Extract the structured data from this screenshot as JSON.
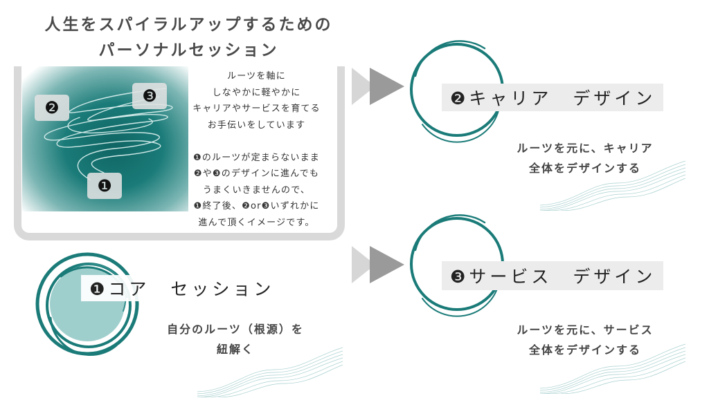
{
  "title": {
    "line1": "人生をスパイラルアップするための",
    "line2": "パーソナルセッション"
  },
  "spiral_markers": {
    "m1": "❶",
    "m2": "❷",
    "m3": "❸"
  },
  "description": [
    "ルーツを軸に",
    "しなやかに軽やかに",
    "キャリアやサービスを育てる",
    "お手伝いをしています",
    "",
    "❶のルーツが定まらないまま",
    "❷や❸のデザインに進んでも",
    "うまくいきませんので、",
    "❶終了後、❷or❸いずれかに",
    "進んで頂くイメージです。"
  ],
  "sessions": {
    "core": {
      "label": "❶コア　セッション",
      "sub": [
        "自分のルーツ（根源）を",
        "紐解く"
      ]
    },
    "career": {
      "label": "❷キャリア　デザイン",
      "sub": [
        "ルーツを元に、キャリア",
        "全体をデザインする"
      ]
    },
    "service": {
      "label": "❸サービス　デザイン",
      "sub": [
        "ルーツを元に、サービス",
        "全体をデザインする"
      ]
    }
  },
  "colors": {
    "teal": "#1a7b78",
    "teal_dark": "#0f6563",
    "frame_gray": "#d9d9d9",
    "label_bg": "#ececec",
    "arrow_light": "#d6d6d6",
    "arrow_dark": "#9a9a9a"
  }
}
